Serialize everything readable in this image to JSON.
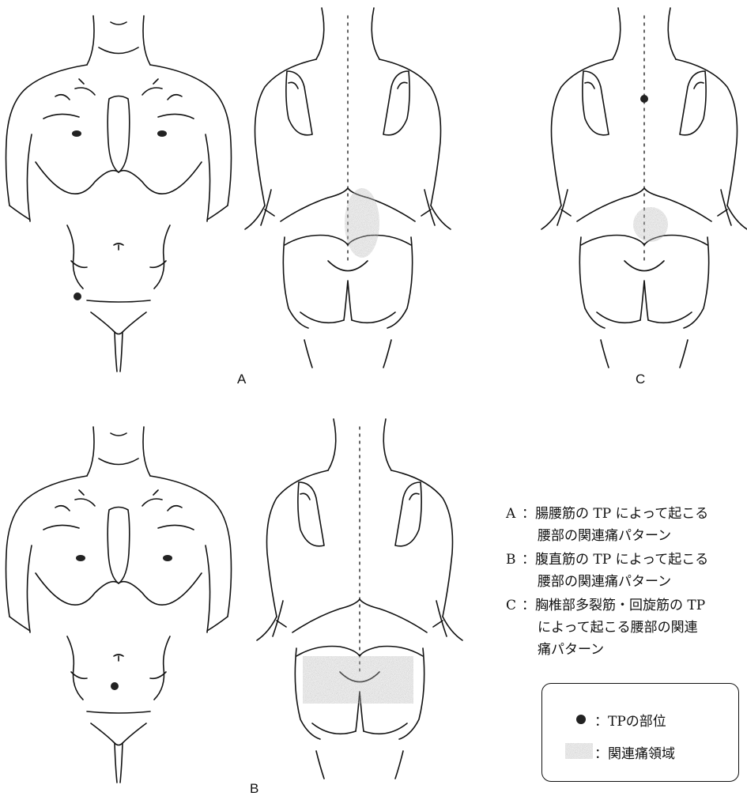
{
  "panels": {
    "a_label": "A",
    "b_label": "B",
    "c_label": "C"
  },
  "captions": [
    {
      "key": "A",
      "line1": "腸腰筋の TP によって起こる",
      "line2": "腰部の関連痛パターン"
    },
    {
      "key": "B",
      "line1": "腹直筋の TP によって起こる",
      "line2": "腰部の関連痛パターン"
    },
    {
      "key": "C",
      "line1": "胸椎部多裂筋・回旋筋の TP",
      "line2": "によって起こる腰部の関連",
      "line3": "痛パターン"
    }
  ],
  "legend": {
    "tp_label": "：TPの部位",
    "referred_label": "：関連痛領域"
  },
  "colors": {
    "ink": "#111111",
    "shade": "#9a9a9a",
    "dot": "#222222"
  }
}
